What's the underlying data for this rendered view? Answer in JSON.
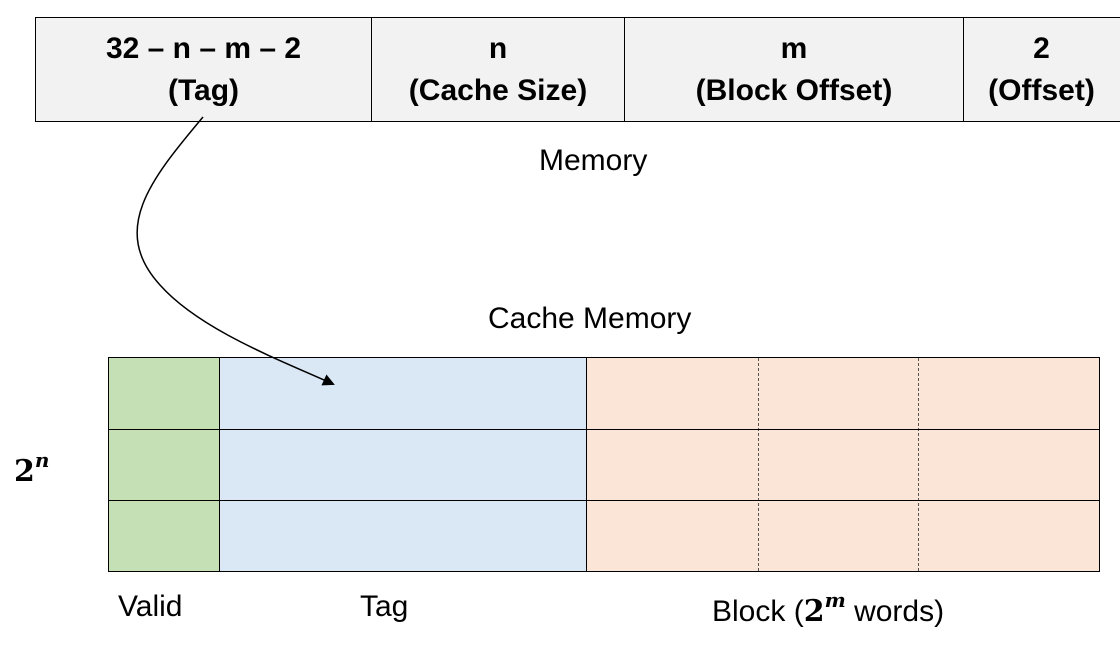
{
  "address": {
    "fields": [
      {
        "line1": "32 – n – m – 2",
        "line2": "(Tag)"
      },
      {
        "line1": "n",
        "line2": "(Cache Size)"
      },
      {
        "line1": "m",
        "line2": "(Block Offset)"
      },
      {
        "line1": "2",
        "line2": "(Offset)"
      }
    ],
    "caption": "Memory"
  },
  "cache": {
    "title": "Cache Memory",
    "rows_label_base": "2",
    "rows_label_exp": "n",
    "row_count": 3,
    "columns": {
      "valid": "Valid",
      "tag": "Tag",
      "block_prefix": "Block (",
      "block_base": "2",
      "block_exp": "m",
      "block_suffix": " words)"
    },
    "colors": {
      "valid": "#c5e0b4",
      "tag": "#dae8f5",
      "block": "#fbe5d6",
      "address_bg": "#f2f2f2"
    }
  }
}
